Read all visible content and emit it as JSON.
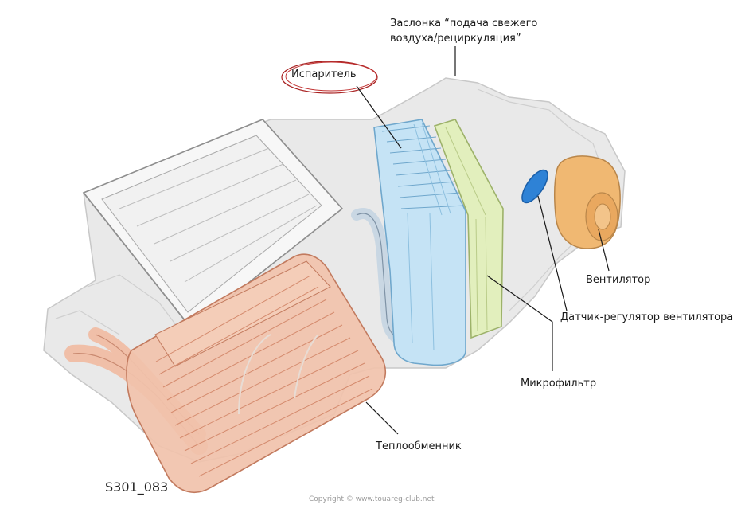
{
  "labels": {
    "flap": [
      "Заслонка “подача свежего",
      "воздуха/рециркуляция”"
    ],
    "evaporator": "Испаритель",
    "fan": "Вентилятор",
    "fan_sensor": "Датчик-регулятор вентилятора",
    "microfilter": "Микрофильтр",
    "heat_exchanger": "Теплообменник"
  },
  "figure_code": "S301_083",
  "copyright": "Copyright © www.touareg-club.net",
  "colors": {
    "housing": "#e6e6e6",
    "evaporator": "#bfe0f3",
    "filter": "#dcebb0",
    "heat_exchanger": "#f0bfa8",
    "fan": "#f0b873",
    "sensor": "#2a7fd8",
    "highlight_ring": "#b22222"
  }
}
